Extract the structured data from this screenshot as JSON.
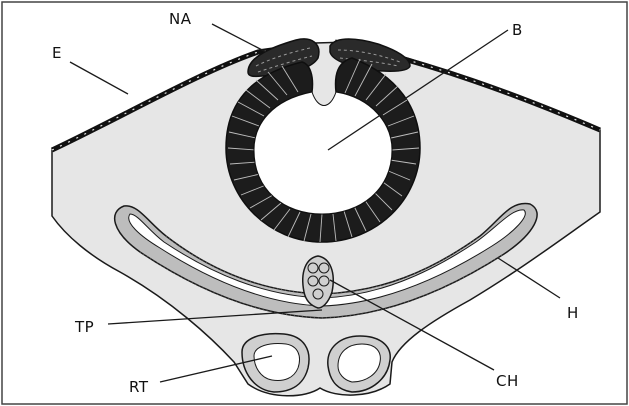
{
  "figure": {
    "labels": {
      "E": "E",
      "NA": "NA",
      "B": "B",
      "H": "H",
      "TP": "TP",
      "CH": "CH",
      "RT": "RT"
    },
    "colors": {
      "background": "#ffffff",
      "tissue_fill": "#e6e6e6",
      "outline": "#1a1a1a",
      "epidermis": "#111111",
      "brain_wall": "#1c1c1c",
      "gut_wall": "#bdbdbd"
    }
  }
}
